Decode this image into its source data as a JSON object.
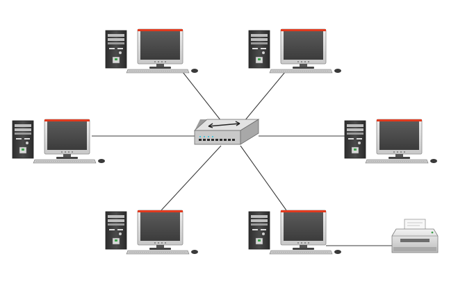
{
  "diagram": {
    "topology": "star",
    "hub": {
      "kind": "switch",
      "icon": "network-switch-icon"
    },
    "nodes": [
      {
        "id": "pc-top-left",
        "kind": "workstation",
        "icon": "desktop-computer-icon"
      },
      {
        "id": "pc-top-right",
        "kind": "workstation",
        "icon": "desktop-computer-icon"
      },
      {
        "id": "pc-middle-left",
        "kind": "workstation",
        "icon": "desktop-computer-icon"
      },
      {
        "id": "pc-middle-right",
        "kind": "workstation",
        "icon": "desktop-computer-icon"
      },
      {
        "id": "pc-bottom-left",
        "kind": "workstation",
        "icon": "desktop-computer-icon"
      },
      {
        "id": "pc-bottom-right",
        "kind": "workstation",
        "icon": "desktop-computer-icon"
      }
    ],
    "peripherals": [
      {
        "id": "printer",
        "kind": "printer",
        "icon": "printer-icon",
        "attached_to": "pc-bottom-right"
      }
    ],
    "links": [
      [
        "hub",
        "pc-top-left"
      ],
      [
        "hub",
        "pc-top-right"
      ],
      [
        "hub",
        "pc-middle-left"
      ],
      [
        "hub",
        "pc-middle-right"
      ],
      [
        "hub",
        "pc-bottom-left"
      ],
      [
        "hub",
        "pc-bottom-right"
      ],
      [
        "pc-bottom-right",
        "printer"
      ]
    ],
    "colors": {
      "background": "#ffffff",
      "cable": "#3a3a3a",
      "monitor_bezel": "#d9d9d9",
      "screen": "#4a4a4a",
      "tower": "#3b3b3b",
      "accent_red": "#e23a1e",
      "switch_body": "#d8d8d8"
    }
  }
}
